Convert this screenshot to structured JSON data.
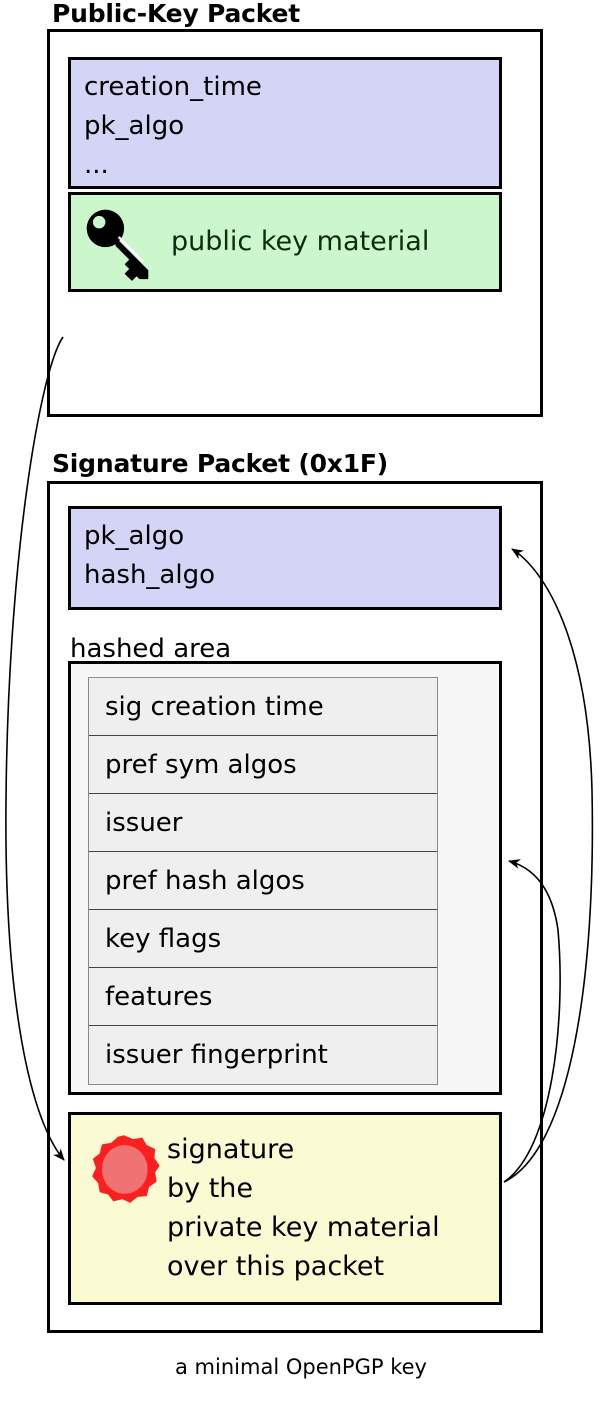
{
  "diagram": {
    "caption": "a minimal OpenPGP key",
    "colors": {
      "purple_block": "#d3d4f6",
      "green_block": "#ccf7cd",
      "yellow_block": "#fbfbd3",
      "hashed_area": "#f7f7f7",
      "subpacket_row": "#efefef",
      "seal_ring": "#fa2020",
      "seal_fill": "#f07272",
      "green_text": "#0d2b0d",
      "border": "#000000"
    }
  },
  "public_key_packet": {
    "title": "Public-Key Packet",
    "header_fields": "creation_time\npk_algo\n...",
    "key_icon_name": "key-icon",
    "key_material_label": "public key material"
  },
  "signature_packet": {
    "title": "Signature Packet (0x1F)",
    "algo_fields": "pk_algo\nhash_algo",
    "hashed_area_label": "hashed area",
    "subpackets": [
      "sig creation time",
      "pref sym algos",
      "issuer",
      "pref hash algos",
      "key flags",
      "features",
      "issuer fingerprint"
    ],
    "seal_icon_name": "wax-seal-icon",
    "signature_text": "signature\nby the\nprivate key material\nover this packet"
  }
}
